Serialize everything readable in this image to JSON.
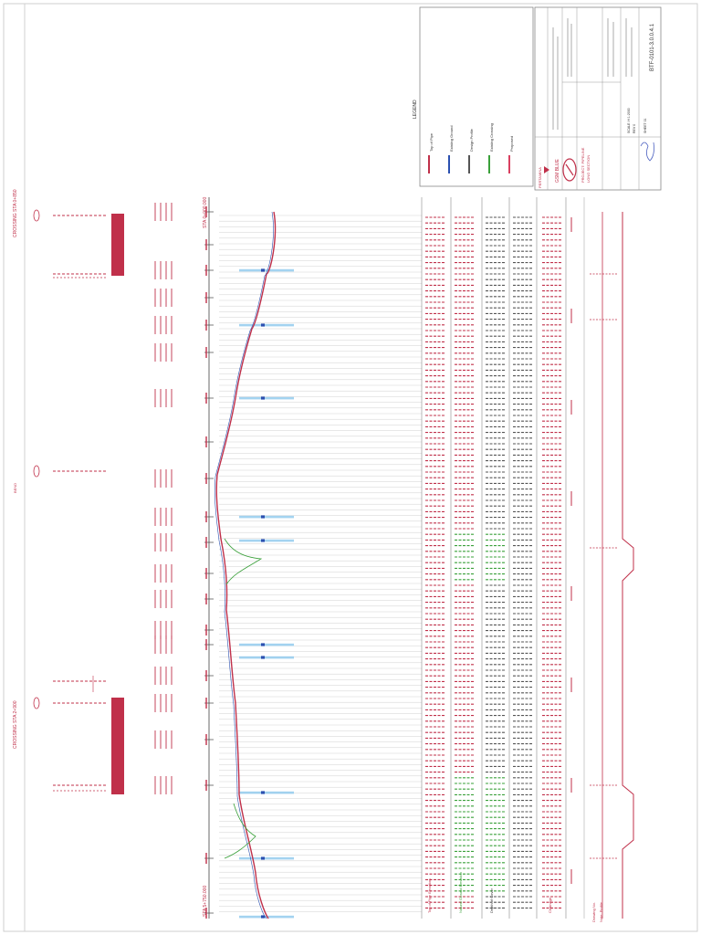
{
  "drawing": {
    "title_block": {
      "company": "GSM BLUE",
      "company_sub": "PERTAMINA",
      "project_lines": [
        "PROJECT: PIPELINE",
        "LONG SECTION"
      ],
      "revision_block": [
        "SCALE: H 1:2000",
        "REV 0",
        "SHEET 01"
      ],
      "sheet_no": "BTF-0101-3.0.0.4.1"
    },
    "legend": {
      "title": "LEGEND",
      "items": [
        {
          "label": "Top of Pipe",
          "color": "#c0304a"
        },
        {
          "label": "Existing Ground",
          "color": "#2b50b0"
        },
        {
          "label": "Design Profile",
          "color": "#555555"
        },
        {
          "label": "Existing Crossing",
          "color": "#3aa03a"
        },
        {
          "label": "Proposed",
          "color": "#d94060"
        }
      ]
    },
    "stations": {
      "top_label": "STA 0+000.000",
      "bottom_label": "STA 5+750.000",
      "mid_label_1": "CROSSING STA 0+850",
      "mid_label_2": "CROSSING STA 2+900"
    },
    "profile_row_labels": [
      "Top of Pipe Elevation",
      "Natural Ground Elevation",
      "Depth of Cover",
      "Chainage"
    ],
    "bottom_notes": [
      "Drawing No.",
      "Note: Profile"
    ],
    "colors": {
      "primary_red": "#c0304a",
      "highlight_blue": "#8cc8ec",
      "marker_blue": "#2b50b0",
      "green": "#3aa03a",
      "grid": "#9a9a9a"
    }
  }
}
